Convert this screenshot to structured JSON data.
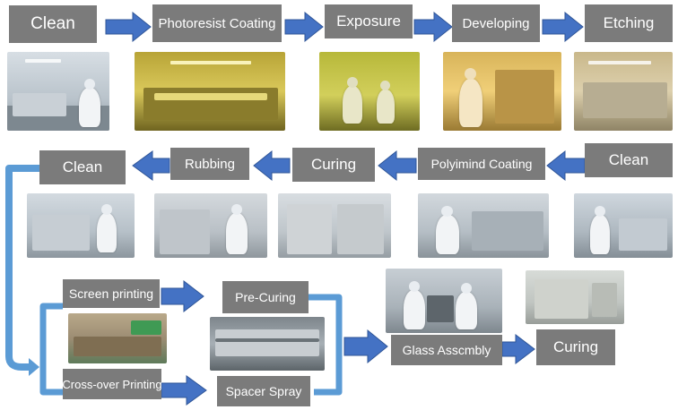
{
  "colors": {
    "box_fill": "#7b7b7b",
    "box_text": "#ffffff",
    "arrow_fill": "#4472c4",
    "arrow_stroke": "#2f5597",
    "connector": "#5b9bd5"
  },
  "steps": {
    "row1": {
      "clean": "Clean",
      "photoresist": "Photoresist Coating",
      "exposure": "Exposure",
      "developing": "Developing",
      "etching": "Etching"
    },
    "row2": {
      "clean_right": "Clean",
      "polyimind": "Polyimind Coating",
      "curing": "Curing",
      "rubbing": "Rubbing",
      "clean_left": "Clean"
    },
    "row3": {
      "screen_printing": "Screen printing",
      "pre_curing": "Pre-Curing",
      "crossover_printing": "Cross-over Printing",
      "spacer_spray": "Spacer Spray",
      "glass_assembly": "Glass Asscmbly",
      "curing_final": "Curing"
    }
  }
}
